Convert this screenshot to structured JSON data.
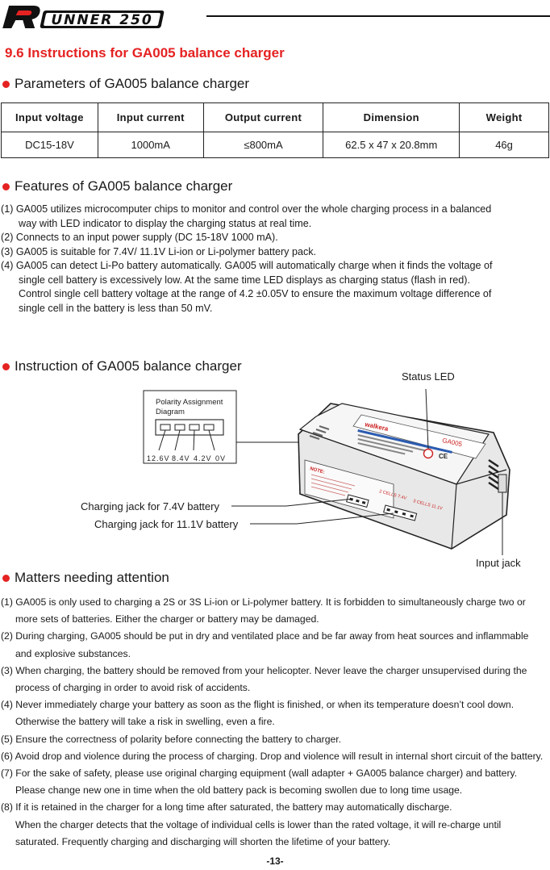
{
  "header": {
    "logo_text": "RUNNER 250"
  },
  "section_title": "9.6 Instructions for GA005 balance charger",
  "parameters": {
    "heading": "Parameters of GA005 balance charger",
    "columns": [
      "Input voltage",
      "Input current",
      "Output current",
      "Dimension",
      "Weight"
    ],
    "row": [
      "DC15-18V",
      "1000mA",
      "≤800mA",
      "62.5 x 47 x 20.8mm",
      "46g"
    ]
  },
  "features": {
    "heading": "Features of GA005 balance charger",
    "lines": [
      {
        "text": "(1) GA005 utilizes microcomputer chips to monitor and control over the whole charging process in a balanced",
        "indent": false
      },
      {
        "text": "way with LED indicator to display the charging status at real time.",
        "indent": true
      },
      {
        "text": "(2) Connects to an input power supply (DC 15-18V 1000 mA).",
        "indent": false
      },
      {
        "text": "(3) GA005 is suitable for 7.4V/ 11.1V Li-ion or Li-polymer battery pack.",
        "indent": false
      },
      {
        "text": "(4) GA005 can detect Li-Po battery automatically. GA005 will automatically charge when it finds the voltage of",
        "indent": false
      },
      {
        "text": "single cell battery is excessively low. At the same time LED displays as charging status (flash in red).",
        "indent": true
      },
      {
        "text": "Control single cell battery voltage at the range of 4.2 ±0.05V to ensure the maximum voltage difference of",
        "indent": true
      },
      {
        "text": "single cell in the battery is less than 50 mV.",
        "indent": true
      }
    ]
  },
  "instruction": {
    "heading": "Instruction of GA005 balance charger",
    "status_led_label": "Status LED",
    "polarity_title_1": "Polarity Assignment",
    "polarity_title_2": "Diagram",
    "polarity_values": [
      "12.6V",
      "8.4V",
      "4.2V",
      "0V"
    ],
    "jack_74_label": "Charging jack for 7.4V battery",
    "jack_111_label": "Charging jack for 11.1V battery",
    "input_jack_label": "Input jack",
    "device_brand": "walkera",
    "device_model": "GA005",
    "device_port_left": "2 CELLS 7.4V",
    "device_port_right": "3 CELLS 11.1V",
    "device_note": "NOTE:"
  },
  "attention": {
    "heading": "Matters needing attention",
    "lines": [
      {
        "text": "(1) GA005 is only used to charging a 2S or 3S Li-ion or Li-polymer battery. It is forbidden to simultaneously charge two or",
        "indent": false
      },
      {
        "text": "more sets of batteries. Either the charger or battery may be damaged.",
        "indent": true
      },
      {
        "text": "(2) During charging, GA005 should be put in dry and ventilated place and be far away from heat sources and inflammable",
        "indent": false
      },
      {
        "text": "and explosive substances.",
        "indent": true
      },
      {
        "text": "(3) When charging, the battery should be removed from your helicopter. Never leave the charger unsupervised during the",
        "indent": false
      },
      {
        "text": "process of charging in order to avoid risk of accidents.",
        "indent": true
      },
      {
        "text": "(4) Never immediately charge your battery as soon as the flight is finished, or when its temperature doesn’t cool down.",
        "indent": false
      },
      {
        "text": "Otherwise the battery will take a risk in swelling, even a fire.",
        "indent": true
      },
      {
        "text": "(5) Ensure the correctness of polarity before connecting the battery to charger.",
        "indent": false
      },
      {
        "text": "(6) Avoid drop and violence during the process of charging. Drop and violence will result in internal short circuit of the battery.",
        "indent": false
      },
      {
        "text": "(7) For the sake of safety, please use original charging equipment (wall adapter + GA005 balance charger) and battery.",
        "indent": false
      },
      {
        "text": "Please change new one in time when the old battery pack is becoming swollen due to long time usage.",
        "indent": true
      },
      {
        "text": "(8) If it is retained in the charger for a long time after saturated, the battery may automatically discharge.",
        "indent": false
      },
      {
        "text": "When the charger detects that the voltage of individual cells is lower than the rated voltage, it will re-charge until",
        "indent": true
      },
      {
        "text": "saturated. Frequently charging and discharging will shorten the lifetime of your battery.",
        "indent": true
      }
    ]
  },
  "page_number": "-13-",
  "colors": {
    "accent_red": "#e52222",
    "text": "#1a1a1a"
  }
}
